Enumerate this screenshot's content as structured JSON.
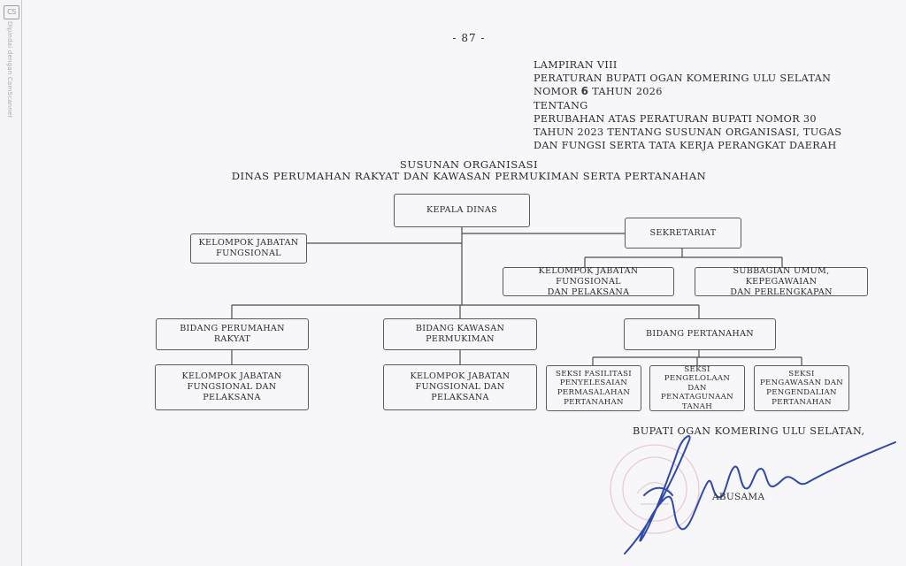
{
  "scanner": {
    "badge": "CS",
    "watermark": "Dipindai dengan CamScanner"
  },
  "page_number": "- 87 -",
  "lampiran": {
    "line1": "LAMPIRAN VIII",
    "line2": "PERATURAN BUPATI OGAN KOMERING ULU SELATAN",
    "line3_prefix": "NOMOR",
    "line3_number": "6",
    "line3_suffix": "TAHUN 2026",
    "line4": "TENTANG",
    "line5": "PERUBAHAN ATAS PERATURAN BUPATI NOMOR 30",
    "line6": "TAHUN 2023 TENTANG SUSUNAN ORGANISASI, TUGAS",
    "line7": "DAN FUNGSI SERTA TATA KERJA PERANGKAT DAERAH"
  },
  "title": {
    "line1": "SUSUNAN ORGANISASI",
    "line2": "DINAS PERUMAHAN RAKYAT DAN KAWASAN PERMUKIMAN SERTA PERTANAHAN"
  },
  "org": {
    "kepala_dinas": "KEPALA DINAS",
    "kelompok_jabatan": [
      "KELOMPOK JABATAN",
      "FUNGSIONAL"
    ],
    "sekretariat": "SEKRETARIAT",
    "kelompok_sekretariat": [
      "KELOMPOK JABATAN FUNGSIONAL",
      "DAN PELAKSANA"
    ],
    "subbagian": [
      "SUBBAGIAN UMUM, KEPEGAWAIAN",
      "DAN PERLENGKAPAN"
    ],
    "bidang_perumahan": "BIDANG PERUMAHAN RAKYAT",
    "bidang_kawasan": [
      "BIDANG KAWASAN",
      "PERMUKIMAN"
    ],
    "bidang_pertanahan": "BIDANG PERTANAHAN",
    "kelompok_perumahan": [
      "KELOMPOK JABATAN",
      "FUNGSIONAL DAN PELAKSANA"
    ],
    "kelompok_kawasan": [
      "KELOMPOK JABATAN",
      "FUNGSIONAL DAN PELAKSANA"
    ],
    "seksi_fasilitasi": [
      "SEKSI FASILITASI",
      "PENYELESAIAN",
      "PERMASALAHAN",
      "PERTANAHAN"
    ],
    "seksi_pengelolaan": [
      "SEKSI",
      "PENGELOLAAN DAN",
      "PENATAGUNAAN",
      "TANAH"
    ],
    "seksi_pengawasan": [
      "SEKSI",
      "PENGAWASAN DAN",
      "PENGENDALIAN",
      "PERTANAHAN"
    ]
  },
  "signature": {
    "title": "BUPATI OGAN KOMERING ULU SELATAN,",
    "name": "ABUSAMA",
    "ink_color": "#2f49a8",
    "seal_color": "#d9a6c4"
  }
}
